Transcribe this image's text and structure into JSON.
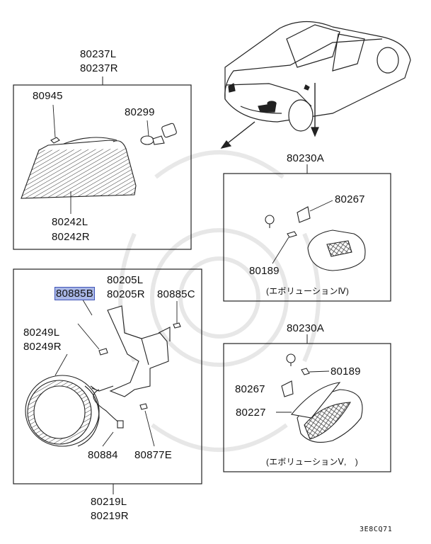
{
  "diagram_code": "3E8CQ71",
  "highlight_color": "#a9b7e6",
  "groups": {
    "top_left": {
      "assembly_l": "80237L",
      "assembly_r": "80237R",
      "screw": "80945",
      "bulb": "80299",
      "lens_l": "80242L",
      "lens_r": "80242R"
    },
    "bottom_left": {
      "bracket_l": "80205L",
      "bracket_r": "80205R",
      "highlighted_part": "80885B",
      "nut": "80885C",
      "lamp_l": "80249L",
      "lamp_r": "80249R",
      "harness": "80884",
      "bolt": "80877E",
      "assembly_l": "80219L",
      "assembly_r": "80219R"
    },
    "right_top": {
      "assembly": "80230A",
      "bracket": "80267",
      "socket": "80189",
      "variant_note": "(エボリューションⅣ)"
    },
    "right_bottom": {
      "assembly": "80230A",
      "socket": "80189",
      "bracket": "80267",
      "lens": "80227",
      "variant_note": "(エボリューションⅤ,　)"
    }
  }
}
